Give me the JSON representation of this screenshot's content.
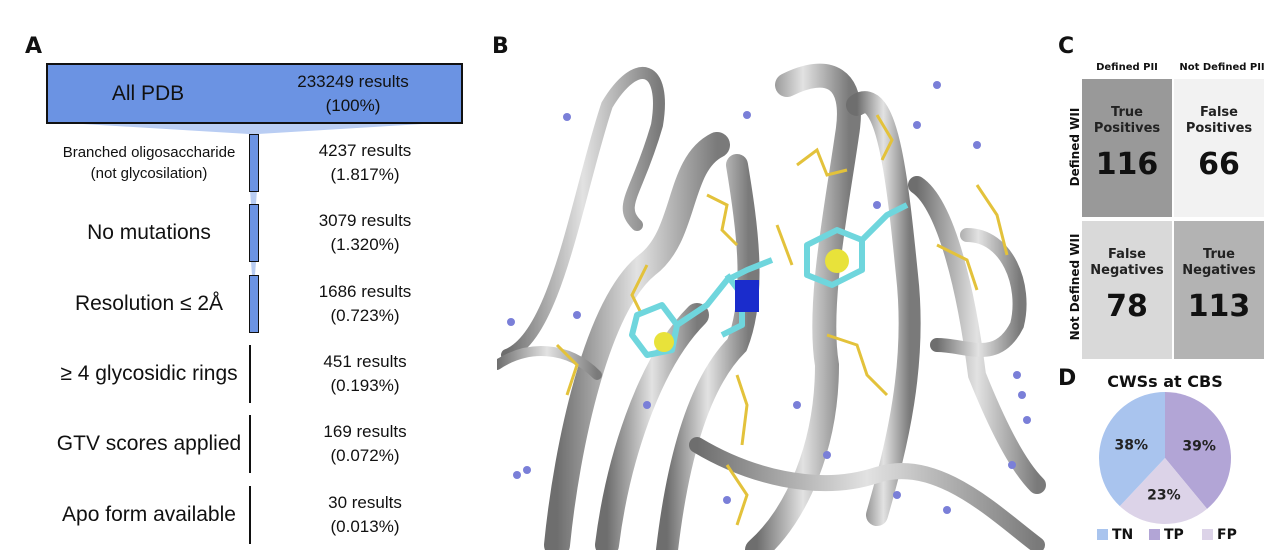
{
  "panelA": {
    "label": "A",
    "top": {
      "name": "All PDB",
      "results": "233249 results",
      "percent": "(100%)"
    },
    "stages": [
      {
        "name": "Branched oligosaccharide",
        "name2": "(not glycosilation)",
        "results": "4237 results",
        "percent": "(1.817%)",
        "fraction": 0.01817
      },
      {
        "name": "No mutations",
        "results": "3079 results",
        "percent": "(1.320%)",
        "fraction": 0.0132
      },
      {
        "name": "Resolution ≤ 2Å",
        "results": "1686 results",
        "percent": "(0.723%)",
        "fraction": 0.00723
      },
      {
        "name": "≥ 4 glycosidic rings",
        "results": "451 results",
        "percent": "(0.193%)",
        "fraction": 0.00193
      },
      {
        "name": "GTV scores applied",
        "results": "169 results",
        "percent": "(0.072%)",
        "fraction": 0.00072
      },
      {
        "name": "Apo form available",
        "results": "30 results",
        "percent": "(0.013%)",
        "fraction": 0.00013
      }
    ]
  },
  "panelB": {
    "label": "B"
  },
  "panelC": {
    "label": "C",
    "col_headers": [
      "Defined PII",
      "Not Defined PII"
    ],
    "row_headers": [
      "Defined WII",
      "Not Defined WII"
    ],
    "cells": [
      {
        "line1": "True",
        "line2": "Positives",
        "value": "116",
        "color": "#999999"
      },
      {
        "line1": "False",
        "line2": "Positives",
        "value": "66",
        "color": "#f2f2f2"
      },
      {
        "line1": "False",
        "line2": "Negatives",
        "value": "78",
        "color": "#d9d9d9"
      },
      {
        "line1": "True",
        "line2": "Negatives",
        "value": "113",
        "color": "#b3b3b3"
      }
    ]
  },
  "panelD": {
    "label": "D"
  },
  "chart_data": {
    "type": "pie",
    "title": "CWSs at CBS",
    "slices": [
      {
        "name": "TP",
        "value": 39,
        "label": "39%",
        "color": "#b2a5d6"
      },
      {
        "name": "FP",
        "value": 23,
        "label": "23%",
        "color": "#dcd3e8"
      },
      {
        "name": "TN",
        "value": 38,
        "label": "38%",
        "color": "#a9c4ee"
      }
    ],
    "legend": [
      "TN",
      "TP",
      "FP"
    ],
    "legend_position": "bottom"
  }
}
